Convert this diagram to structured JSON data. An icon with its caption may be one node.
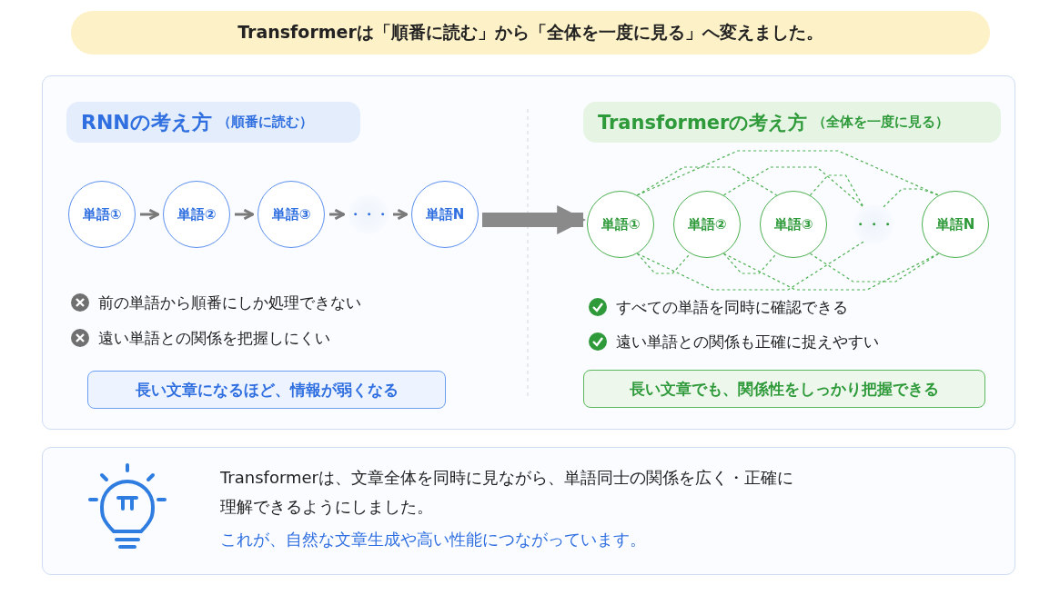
{
  "diagram": {
    "title": "Transformerは「順番に読む」から「全体を一度に見る」へ変えました。",
    "nodes": [
      {
        "text": [
          "RNNの考え方",
          "（順番に読む）"
        ]
      },
      {
        "text": [
          "単語①"
        ]
      },
      {
        "text": [
          "単語②"
        ]
      },
      {
        "text": [
          "単語③"
        ]
      },
      {
        "text": [
          "・・・"
        ]
      },
      {
        "text": [
          "単語N"
        ]
      },
      {
        "text": [
          "長い文章になるほど、情報が弱くなる"
        ]
      },
      {
        "text": [
          "Transformerの考え方",
          "（全体を一度に見る）"
        ]
      },
      {
        "text": [
          "単語①"
        ]
      },
      {
        "text": [
          "単語②"
        ]
      },
      {
        "text": [
          "単語③"
        ]
      },
      {
        "text": [
          "・・・"
        ]
      },
      {
        "text": [
          "単語N"
        ]
      },
      {
        "text": [
          "長い文章でも、関係性をしっかり把握できる"
        ]
      },
      {
        "text": [
          "Transformerは、文章全体を同時に見ながら、単語同士の関係を広く・正確に理解できるようにしました。",
          "これが、自然な文章生成や高い性能につながっています。"
        ]
      }
    ],
    "edges": [
      {
        "from": 1,
        "to": 2,
        "arrow": "to",
        "style": "thick",
        "color": "#7a7a7a"
      },
      {
        "from": 2,
        "to": 3,
        "arrow": "to",
        "style": "thick",
        "color": "#7a7a7a"
      },
      {
        "from": 3,
        "to": 4,
        "arrow": "to",
        "style": "thick",
        "color": "#7a7a7a"
      },
      {
        "from": 4,
        "to": 5,
        "arrow": "to",
        "style": "thick",
        "color": "#7a7a7a"
      },
      {
        "from": 5,
        "to": 8,
        "arrow": "to",
        "style": "thick",
        "color": "#8a8a8a"
      },
      {
        "from": 8,
        "to": 9,
        "arrow": "none",
        "style": "dashed",
        "color": "#4caf50"
      },
      {
        "from": 8,
        "to": 10,
        "arrow": "none",
        "style": "dashed",
        "color": "#4caf50"
      },
      {
        "from": 8,
        "to": 11,
        "arrow": "none",
        "style": "dashed",
        "color": "#4caf50"
      },
      {
        "from": 8,
        "to": 12,
        "arrow": "none",
        "style": "dashed",
        "color": "#4caf50"
      },
      {
        "from": 9,
        "to": 10,
        "arrow": "none",
        "style": "dashed",
        "color": "#4caf50"
      },
      {
        "from": 9,
        "to": 11,
        "arrow": "none",
        "style": "dashed",
        "color": "#4caf50"
      },
      {
        "from": 9,
        "to": 12,
        "arrow": "none",
        "style": "dashed",
        "color": "#4caf50"
      },
      {
        "from": 10,
        "to": 11,
        "arrow": "none",
        "style": "dashed",
        "color": "#4caf50"
      },
      {
        "from": 10,
        "to": 12,
        "arrow": "none",
        "style": "dashed",
        "color": "#4caf50"
      },
      {
        "from": 11,
        "to": 12,
        "arrow": "none",
        "style": "dashed",
        "color": "#4caf50"
      }
    ],
    "labels": [
      "前の単語から順番にしか処理できない",
      "遠い単語との関係を把握しにくい",
      "すべての単語を同時に確認できる",
      "遠い単語との関係も正確に捉えやすい"
    ]
  }
}
